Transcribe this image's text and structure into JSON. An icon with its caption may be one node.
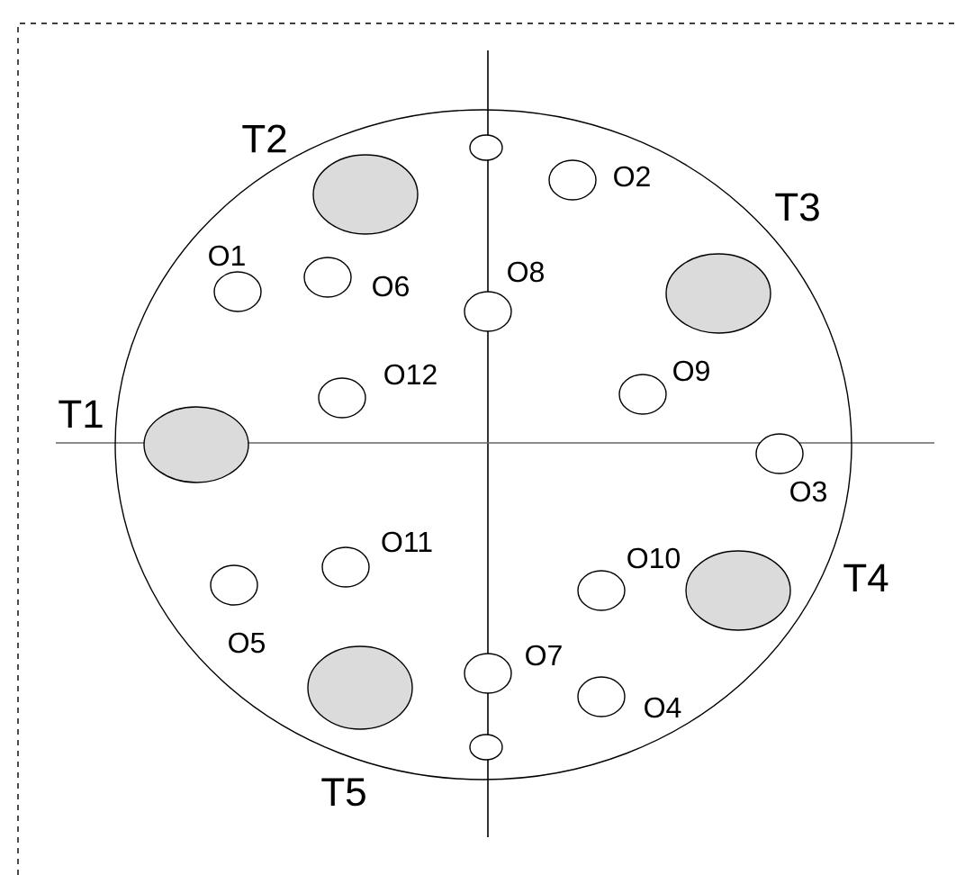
{
  "diagram": {
    "nodes": [
      {
        "text": [],
        "shape": "circle"
      },
      {
        "text": [],
        "shape": "circle",
        "beside": [
          "T1"
        ],
        "in": 0
      },
      {
        "text": [],
        "shape": "circle",
        "beside": [
          "T2"
        ],
        "in": 0
      },
      {
        "text": [],
        "shape": "circle",
        "beside": [
          "T3"
        ],
        "in": 0
      },
      {
        "text": [],
        "shape": "circle",
        "beside": [
          "T4"
        ],
        "in": 0
      },
      {
        "text": [],
        "shape": "circle",
        "beside": [
          "T5"
        ],
        "in": 0
      },
      {
        "text": [
          "O1"
        ],
        "in": 0
      },
      {
        "text": [
          "O2"
        ],
        "in": 0
      },
      {
        "text": [
          "O3"
        ],
        "in": 0
      },
      {
        "text": [
          "O4"
        ],
        "in": 0
      },
      {
        "text": [
          "O5"
        ],
        "in": 0
      },
      {
        "text": [
          "O6"
        ],
        "in": 0
      },
      {
        "text": [
          "O7"
        ],
        "in": 0
      },
      {
        "text": [
          "O8"
        ],
        "in": 0
      },
      {
        "text": [
          "O9"
        ],
        "in": 0
      },
      {
        "text": [
          "O10"
        ],
        "in": 0
      },
      {
        "text": [
          "O11"
        ],
        "in": 0
      },
      {
        "text": [
          "O12"
        ],
        "in": 0
      },
      {
        "text": [],
        "shape": "circle",
        "in": 0
      },
      {
        "text": [],
        "shape": "circle",
        "in": 0
      }
    ]
  }
}
